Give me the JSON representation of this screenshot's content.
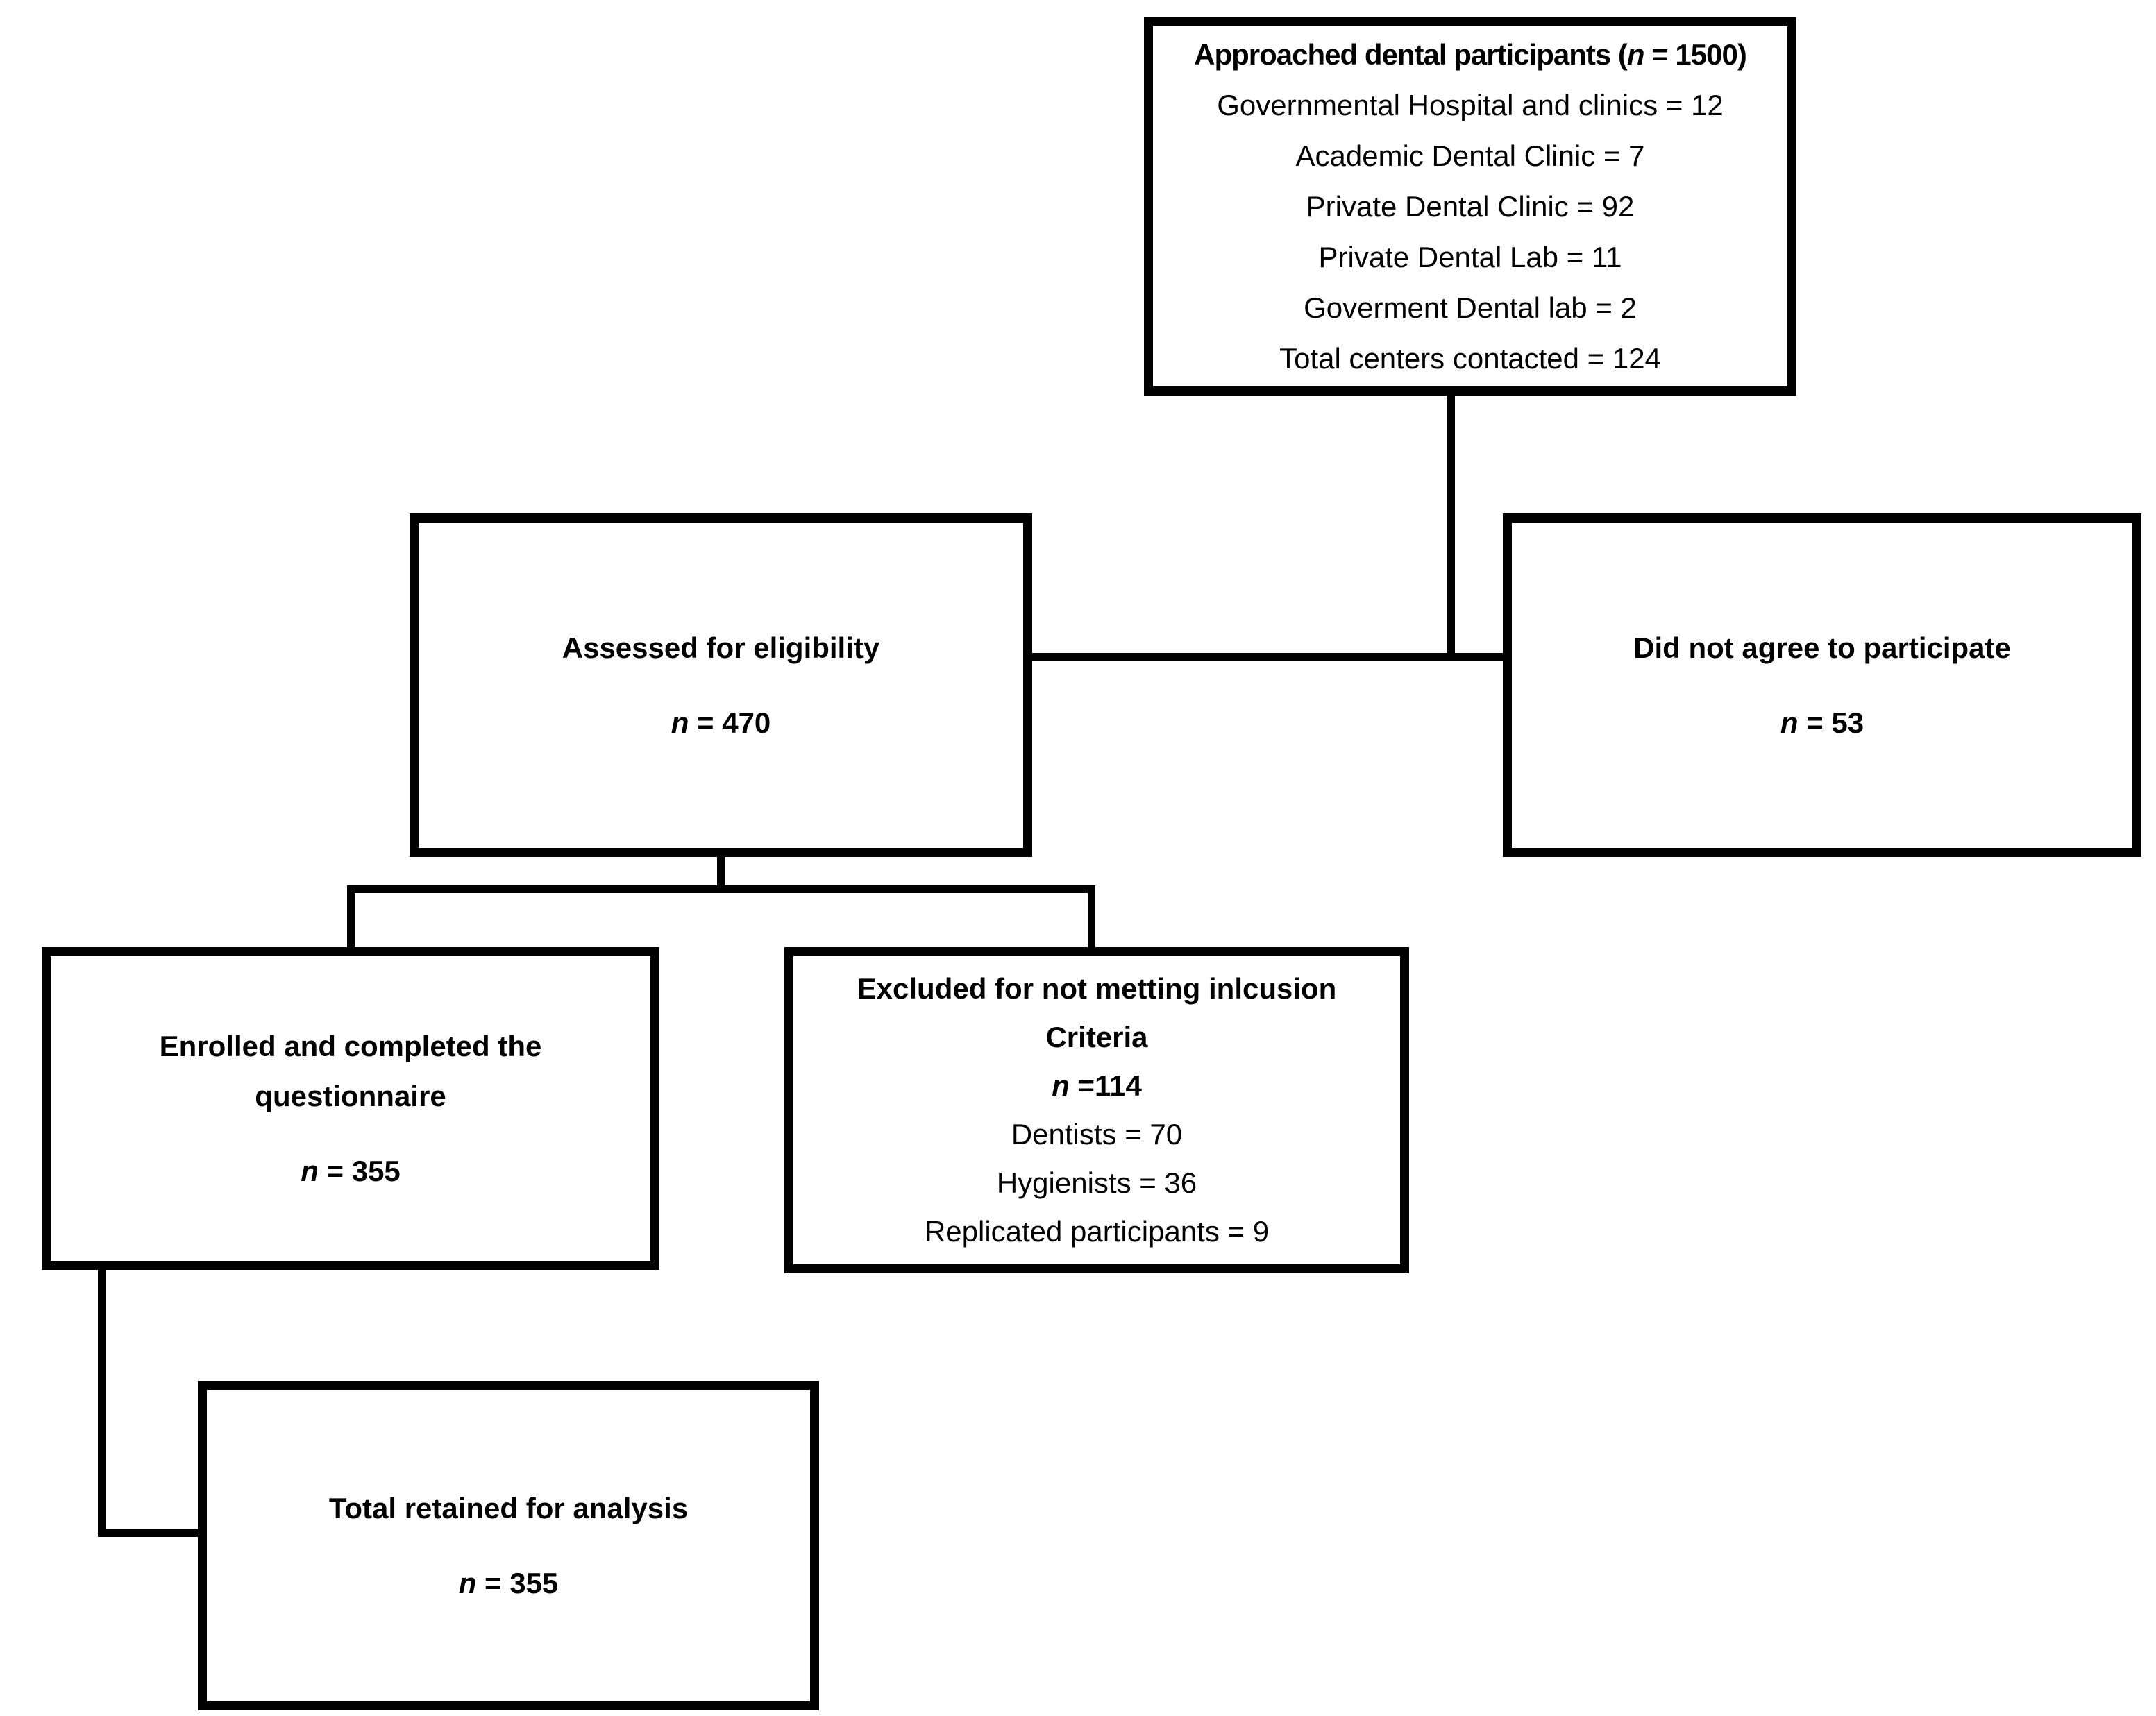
{
  "figure": {
    "type": "participant-flow-diagram",
    "background": "#ffffff",
    "line_color": "#000000"
  },
  "boxes": {
    "approached": {
      "title": {
        "pre": "Approached dental participants (",
        "n": "n",
        "rest": " = 1500)"
      },
      "details": [
        "Governmental Hospital and clinics = 12",
        "Academic Dental Clinic = 7",
        "Private Dental Clinic = 92",
        "Private Dental Lab = 11",
        "Goverment Dental lab = 2",
        "Total centers contacted = 124"
      ]
    },
    "assessed": {
      "title_lines": [
        "Assessed for eligibility"
      ],
      "count": {
        "n": "n",
        "rest": " = 470"
      }
    },
    "declined": {
      "title_lines": [
        "Did not agree to participate"
      ],
      "count": {
        "n": "n",
        "rest": " = 53"
      }
    },
    "enrolled": {
      "title_lines": [
        "Enrolled and completed the",
        "questionnaire"
      ],
      "count": {
        "n": "n",
        "rest": " = 355"
      }
    },
    "excluded": {
      "title_lines": [
        "Excluded for not metting inlcusion",
        "Criteria"
      ],
      "count": {
        "n": "n",
        "rest": " =114"
      },
      "details": [
        "Dentists = 70",
        "Hygienists = 36",
        "Replicated participants = 9"
      ]
    },
    "retained": {
      "title_lines": [
        "Total retained for analysis"
      ],
      "count": {
        "n": "n",
        "rest": " = 355"
      }
    }
  }
}
